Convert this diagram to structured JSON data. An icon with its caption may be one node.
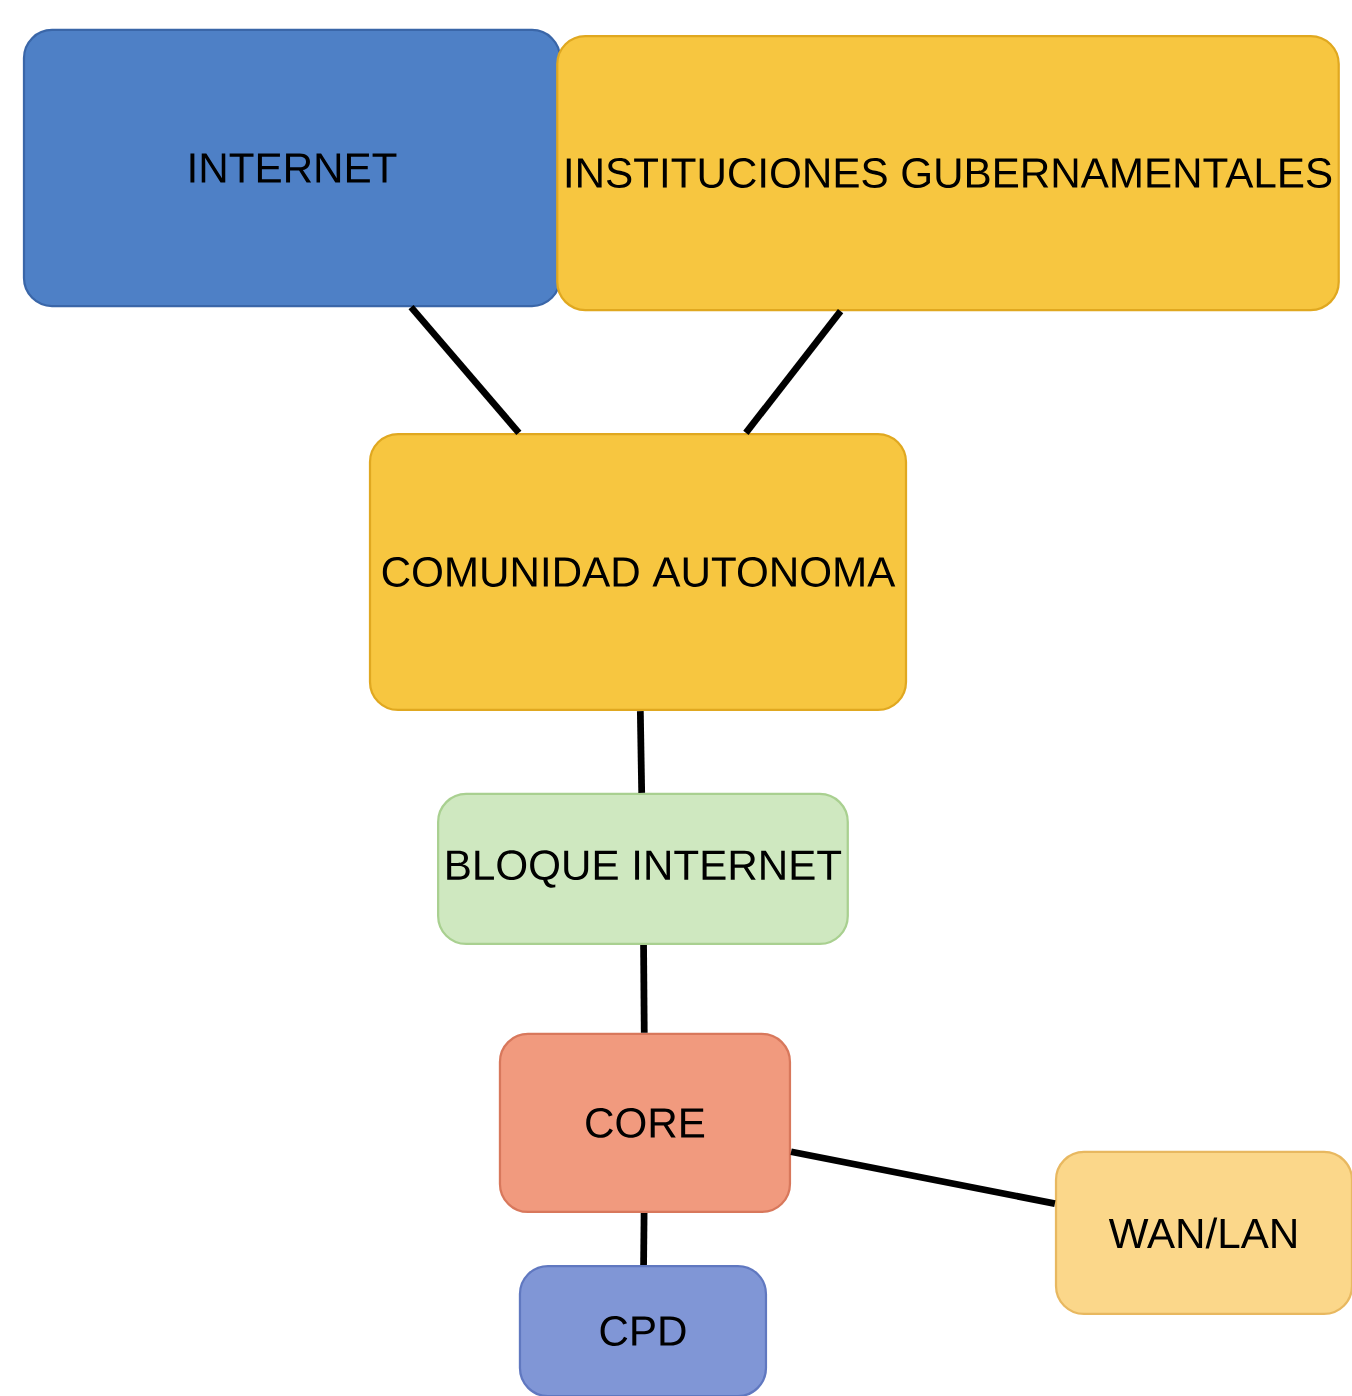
{
  "diagram": {
    "nodes": [
      {
        "text": [
          "INTERNET"
        ]
      },
      {
        "text": [
          "INSTITUCIONES GUBERNAMENTALES"
        ]
      },
      {
        "text": [
          "COMUNIDAD AUTONOMA"
        ]
      },
      {
        "text": [
          "BLOQUE INTERNET"
        ]
      },
      {
        "text": [
          "CORE"
        ]
      },
      {
        "text": [
          "WAN/LAN"
        ]
      },
      {
        "text": [
          "CPD"
        ]
      }
    ],
    "edges": [
      {
        "from": 0,
        "to": 2,
        "arrow": "none"
      },
      {
        "from": 1,
        "to": 2,
        "arrow": "none"
      },
      {
        "from": 2,
        "to": 3,
        "arrow": "none"
      },
      {
        "from": 3,
        "to": 4,
        "arrow": "none"
      },
      {
        "from": 4,
        "to": 5,
        "arrow": "none"
      },
      {
        "from": 4,
        "to": 6,
        "arrow": "none"
      }
    ]
  }
}
